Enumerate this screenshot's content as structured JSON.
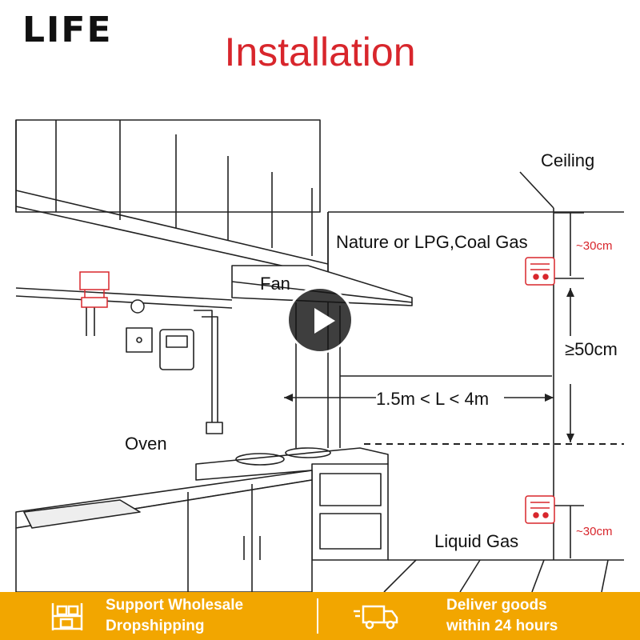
{
  "brand": "LIFE",
  "title": "Installation",
  "labels": {
    "ceiling": "Ceiling",
    "nature_gas": "Nature or LPG,Coal Gas",
    "fan": "Fan",
    "oven": "Oven",
    "distance": "1.5m < L < 4m",
    "min_distance": "≥50cm",
    "liquid_gas": "Liquid Gas",
    "top_gap": "~30cm",
    "bottom_gap": "~30cm"
  },
  "footer": {
    "left_line1": "Support Wholesale",
    "left_line2": "Dropshipping",
    "right_line1": "Deliver goods",
    "right_line2": "within 24 hours"
  },
  "icons": {
    "left": "shelf-boxes-icon",
    "right": "delivery-truck-icon",
    "play": "play-icon",
    "detector": "gas-detector-icon",
    "valve": "gas-valve-icon"
  },
  "colors": {
    "accent": "#d8262c",
    "footer": "#f2a600"
  }
}
